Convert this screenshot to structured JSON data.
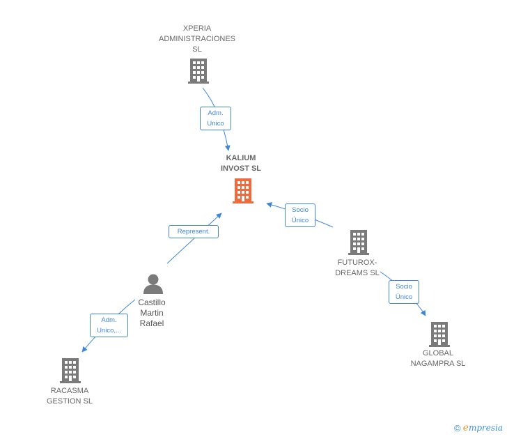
{
  "colors": {
    "edge": "#3f86d8",
    "company_icon": "#7a7a7a",
    "focus_icon": "#f26a3c",
    "person_icon": "#7a7a7a"
  },
  "nodes": {
    "xperia": {
      "label": "XPERIA\nADMINISTRACIONES\nSL",
      "icon": "building-icon"
    },
    "kalium": {
      "label": "KALIUM\nINVOST  SL",
      "icon": "building-icon"
    },
    "futurox": {
      "label": "FUTUROX-\nDREAMS  SL",
      "icon": "building-icon"
    },
    "global": {
      "label": "GLOBAL\nNAGAMPRA  SL",
      "icon": "building-icon"
    },
    "castillo": {
      "label": "Castillo\nMartin\nRafael",
      "icon": "person-icon"
    },
    "racasma": {
      "label": "RACASMA\nGESTION  SL",
      "icon": "building-icon"
    }
  },
  "edges": {
    "xperia_kalium": "Adm.\nUnico",
    "futurox_kalium": "Socio\nÚnico",
    "futurox_global": "Socio\nÚnico",
    "castillo_kalium": "Represent.",
    "castillo_racasma": "Adm.\nUnico,..."
  },
  "footer": {
    "copyright": "©",
    "brand_initial": "e",
    "brand_rest": "mpresia"
  }
}
